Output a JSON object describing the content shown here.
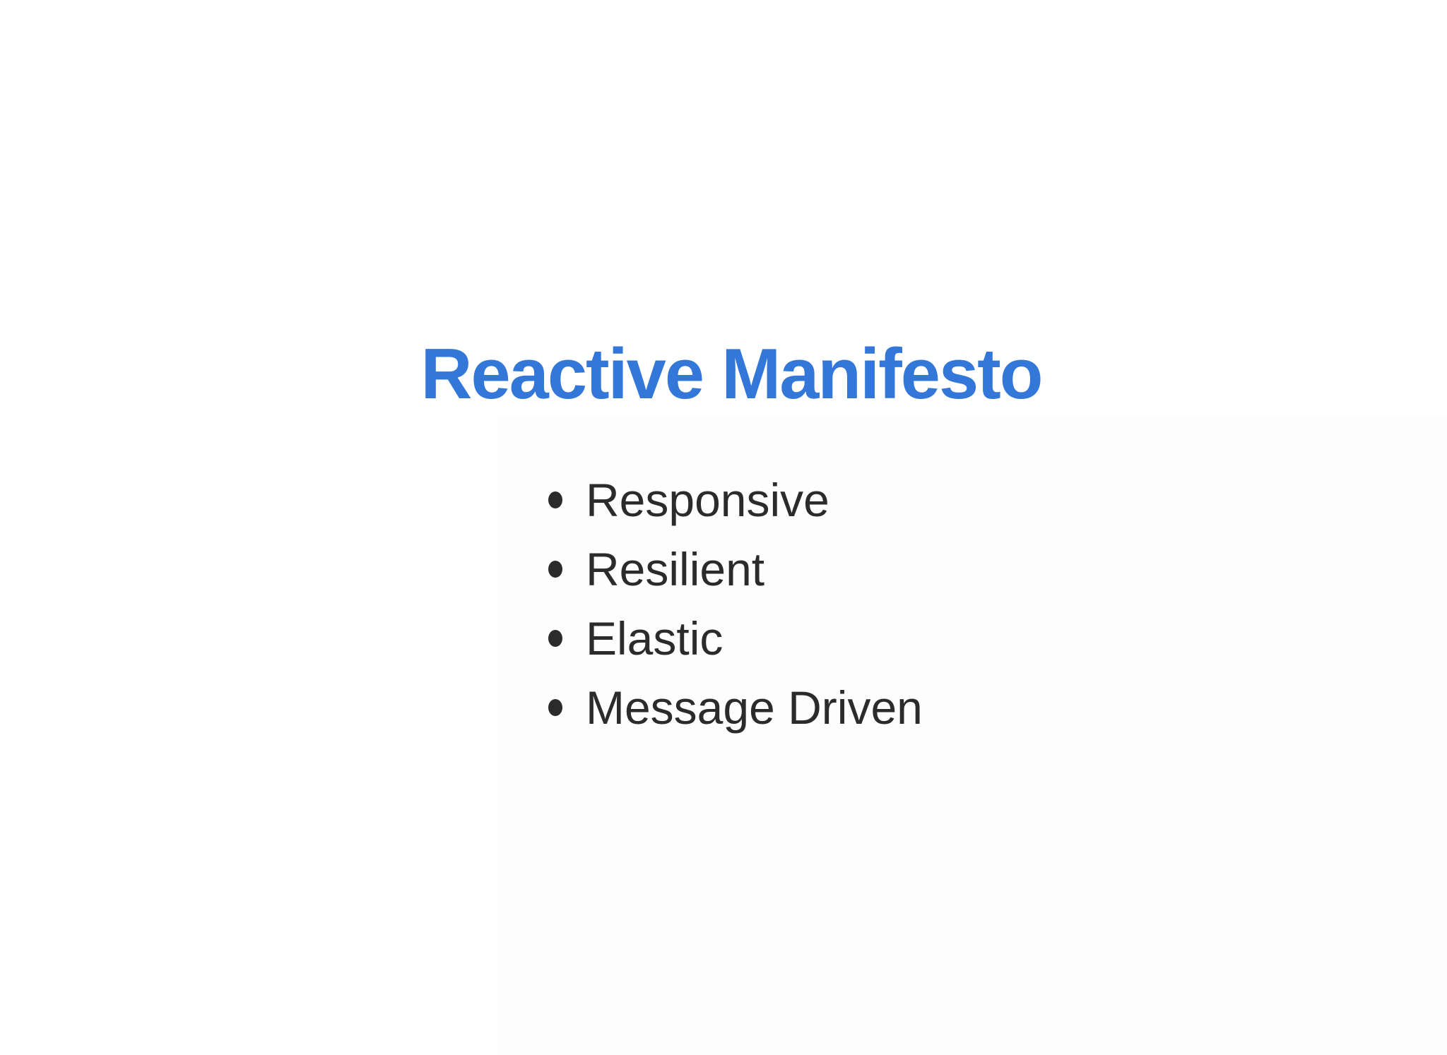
{
  "slide": {
    "title": "Reactive Manifesto",
    "bullets": [
      "Responsive",
      "Resilient",
      "Elastic",
      "Message Driven"
    ]
  },
  "colors": {
    "title_accent": "#3377d9",
    "body_text": "#2b2b2b",
    "background": "#ffffff",
    "panel_tint": "#fdfdfd"
  },
  "icons": {
    "bullet": "filled-dot"
  }
}
